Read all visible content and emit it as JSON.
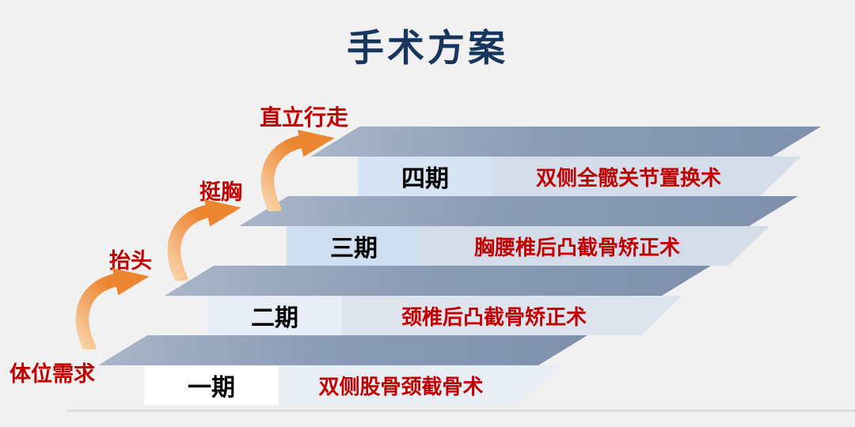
{
  "title": "手术方案",
  "progression": {
    "base_label": "体位需求",
    "milestones": [
      {
        "label": "抬头"
      },
      {
        "label": "挺胸"
      },
      {
        "label": "直立行走"
      }
    ]
  },
  "steps": [
    {
      "phase": "一期",
      "procedure": "双侧股骨颈截骨术"
    },
    {
      "phase": "二期",
      "procedure": "颈椎后凸截骨矫正术"
    },
    {
      "phase": "三期",
      "procedure": "胸腰椎后凸截骨矫正术"
    },
    {
      "phase": "四期",
      "procedure": "双侧全髋关节置换术"
    }
  ],
  "icons": {
    "arrow": "curved-up-arrow"
  },
  "colors": {
    "title_navy": "#17365d",
    "red_text": "#c00000",
    "step_top_blue": "#8b9cb6",
    "arrow_orange": "#ec8631",
    "background": "#f1f1f2"
  }
}
